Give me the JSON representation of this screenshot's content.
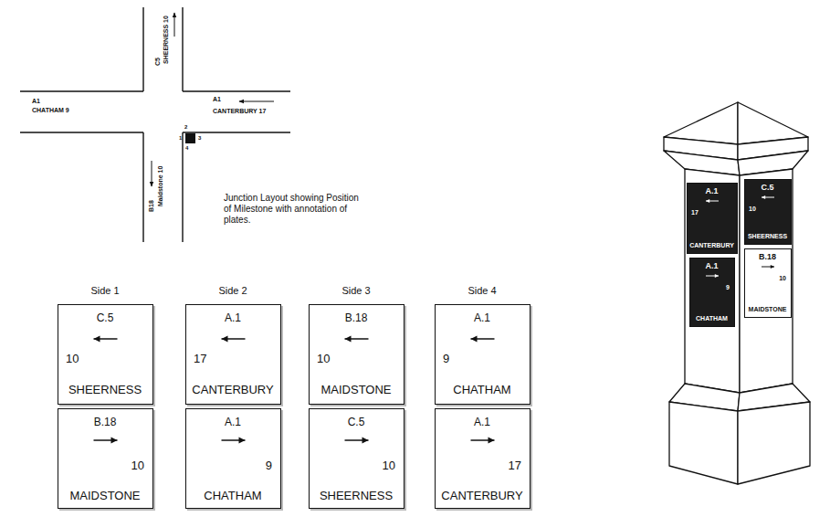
{
  "diagram": {
    "caption": "Junction Layout showing Position of Milestone with annotation of plates.",
    "nodes": [
      {
        "text": [
          "C.5",
          "10",
          "SHEERNESS"
        ]
      },
      {
        "text": [
          "A.1",
          "17",
          "CANTERBURY"
        ]
      },
      {
        "text": [
          "B.18",
          "10",
          "MAIDSTONE"
        ]
      },
      {
        "text": [
          "A.1",
          "9",
          "CHATHAM"
        ]
      },
      {
        "text": [
          "B.18",
          "10",
          "MAIDSTONE"
        ]
      },
      {
        "text": [
          "A.1",
          "9",
          "CHATHAM"
        ]
      },
      {
        "text": [
          "C.5",
          "10",
          "SHEERNESS"
        ]
      },
      {
        "text": [
          "A.1",
          "17",
          "CANTERBURY"
        ]
      },
      {
        "text": [
          "A.1",
          "17",
          "CANTERBURY"
        ]
      },
      {
        "text": [
          "C.5",
          "10",
          "SHEERNESS"
        ]
      },
      {
        "text": [
          "A.1",
          "9",
          "CHATHAM"
        ]
      },
      {
        "text": [
          "B.18",
          "10",
          "MAIDSTONE"
        ]
      }
    ],
    "labels": [
      "A1",
      "CHATHAM 9",
      "A1",
      "CANTERBURY 17",
      "C5",
      "SHEERNESS 10",
      "B18",
      "Maidstone 10",
      "1",
      "2",
      "3",
      "4",
      "Side 1",
      "Side 2",
      "Side 3",
      "Side 4"
    ]
  }
}
